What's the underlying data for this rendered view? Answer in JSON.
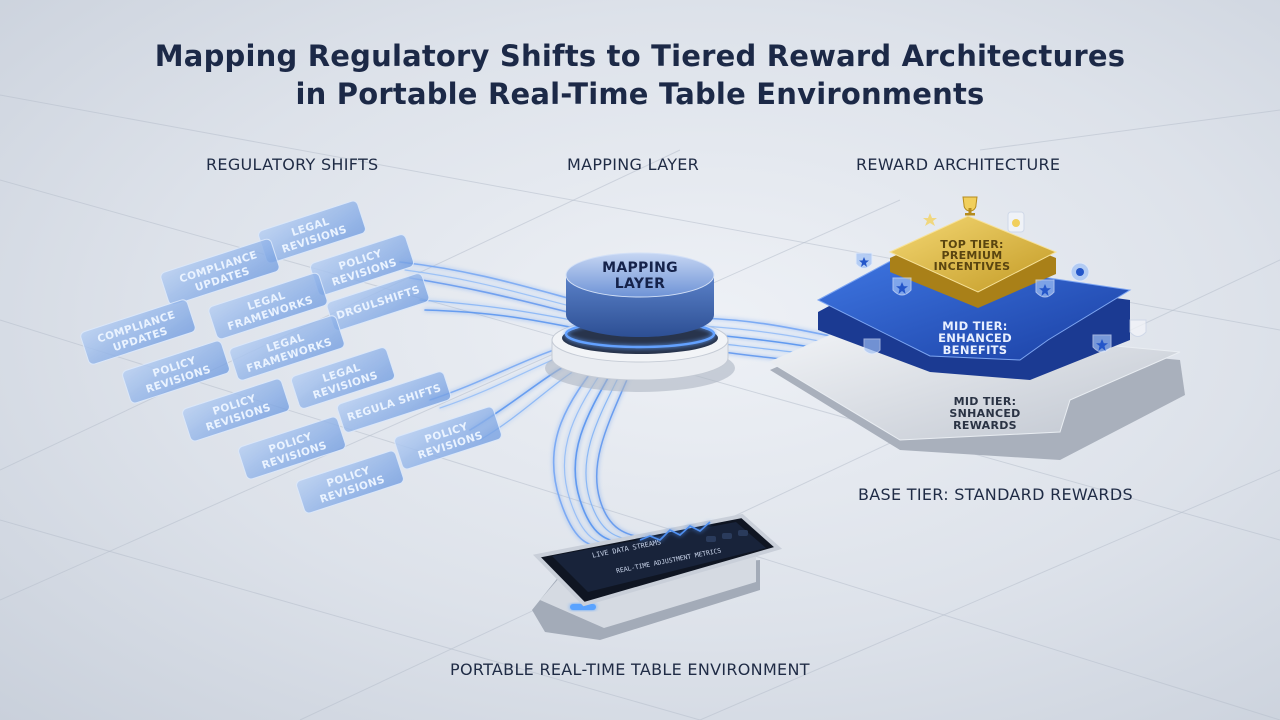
{
  "title": {
    "line1": "Mapping Regulatory Shifts to Tiered Reward Architectures",
    "line2": "in Portable Real-Time Table Environments"
  },
  "sections": {
    "regulatory_shifts": "REGULATORY SHIFTS",
    "mapping_layer": "MAPPING LAYER",
    "reward_architecture": "REWARD ARCHITECTURE"
  },
  "regulatory_tiles": [
    {
      "line1": "LEGAL",
      "line2": "REVISIONS"
    },
    {
      "line1": "COMPLIANCE",
      "line2": "UPDATES"
    },
    {
      "line1": "POLICY",
      "line2": "REVISIONS"
    },
    {
      "line1": "LEGAL",
      "line2": "FRAMEWORKS"
    },
    {
      "line1": "DRGULSHIFTS",
      "line2": ""
    },
    {
      "line1": "COMPLIANCE",
      "line2": "UPDATES"
    },
    {
      "line1": "LEGAL",
      "line2": "FRAMEWORKS"
    },
    {
      "line1": "POLICY",
      "line2": "REVISIONS"
    },
    {
      "line1": "LEGAL",
      "line2": "REVISIONS"
    },
    {
      "line1": "POLICY",
      "line2": "REVISIONS"
    },
    {
      "line1": "REGULA SHIFTS",
      "line2": ""
    },
    {
      "line1": "POLICY",
      "line2": "REVISIONS"
    },
    {
      "line1": "POLICY",
      "line2": "REVISIONS"
    },
    {
      "line1": "POLICY",
      "line2": "REVISIONS"
    }
  ],
  "mapping_hub": {
    "line1": "MAPPING",
    "line2": "LAYER"
  },
  "tiers": {
    "top": {
      "line1": "TOP TIER:",
      "line2": "PREMIUM",
      "line3": "INCENTIVES"
    },
    "mid": {
      "line1": "MID TIER:",
      "line2": "ENHANCED",
      "line3": "BENEFITS"
    },
    "base": {
      "line1": "MID TIER:",
      "line2": "SNHANCED",
      "line3": "REWARDS"
    }
  },
  "base_tier_label": "BASE TIER: STANDARD REWARDS",
  "device": {
    "screen_title": "LIVE DATA STREAMS",
    "screen_subtitle": "REAL-TIME ADJUSTMENT METRICS"
  },
  "device_label": "PORTABLE REAL-TIME TABLE ENVIRONMENT",
  "colors": {
    "background": "#dde2ea",
    "title_text": "#1c2947",
    "tile_blue": "#8fb3e6",
    "stream_blue": "#4f8ff0",
    "hub_blue": "#7fa3dc",
    "tier_gold": "#d9b43c",
    "tier_blue": "#2456c9",
    "tier_silver": "#d7dbe2",
    "device_dark": "#141b2a"
  },
  "icons": [
    "trophy-icon",
    "star-icon",
    "shield-icon",
    "medal-icon"
  ]
}
